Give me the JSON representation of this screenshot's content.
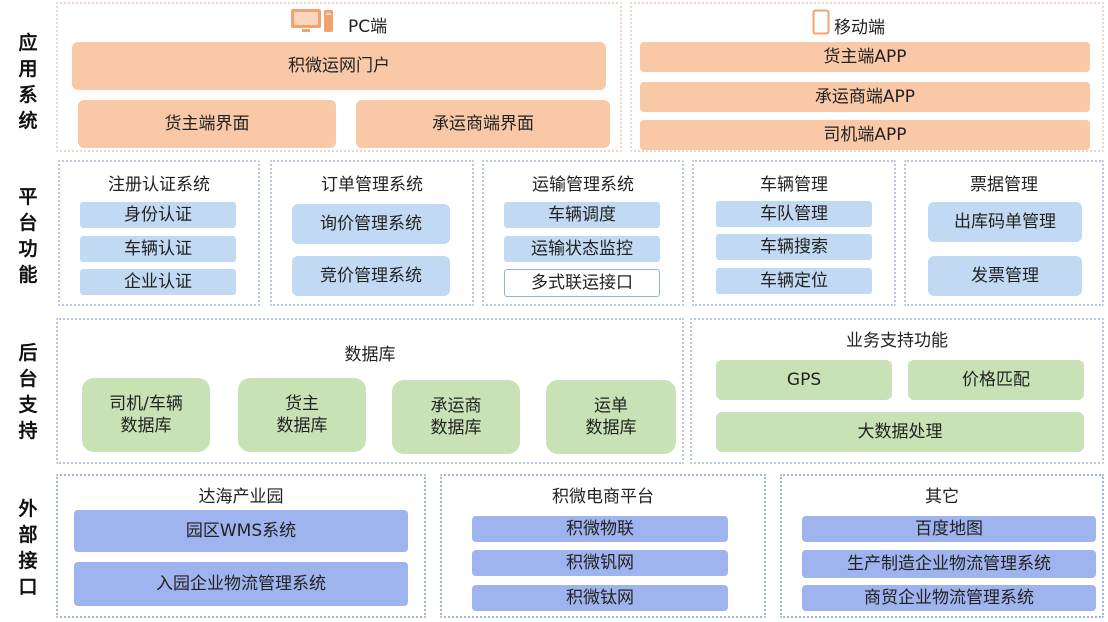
{
  "layers": [
    {
      "chars": [
        "应",
        "用",
        "系",
        "统"
      ]
    },
    {
      "chars": [
        "平",
        "台",
        "功",
        "能"
      ]
    },
    {
      "chars": [
        "后",
        "台",
        "支",
        "持"
      ]
    },
    {
      "chars": [
        "外",
        "部",
        "接",
        "口"
      ]
    }
  ],
  "app": {
    "pc": {
      "title": "PC端",
      "portal": "积微运网门户",
      "shipper": "货主端界面",
      "carrier": "承运商端界面"
    },
    "mobile": {
      "title": "移动端",
      "items": [
        "货主端APP",
        "承运商端APP",
        "司机端APP"
      ]
    }
  },
  "platform": [
    {
      "title": "注册认证系统",
      "items": [
        "身份认证",
        "车辆认证",
        "企业认证"
      ]
    },
    {
      "title": "订单管理系统",
      "items": [
        "询价管理系统",
        "竞价管理系统"
      ]
    },
    {
      "title": "运输管理系统",
      "items": [
        "车辆调度",
        "运输状态监控",
        "多式联运接口"
      ]
    },
    {
      "title": "车辆管理",
      "items": [
        "车队管理",
        "车辆搜索",
        "车辆定位"
      ]
    },
    {
      "title": "票据管理",
      "items": [
        "出库码单管理",
        "发票管理"
      ]
    }
  ],
  "backend": {
    "database": {
      "title": "数据库",
      "items": [
        {
          "line1": "司机/车辆",
          "line2": "数据库"
        },
        {
          "line1": "货主",
          "line2": "数据库"
        },
        {
          "line1": "承运商",
          "line2": "数据库"
        },
        {
          "line1": "运单",
          "line2": "数据库"
        }
      ]
    },
    "support": {
      "title": "业务支持功能",
      "items": [
        "GPS",
        "价格匹配",
        "大数据处理"
      ]
    }
  },
  "external": [
    {
      "title": "达海产业园",
      "items": [
        "园区WMS系统",
        "入园企业物流管理系统"
      ]
    },
    {
      "title": "积微电商平台",
      "items": [
        "积微物联",
        "积微钒网",
        "积微钛网"
      ]
    },
    {
      "title": "其它",
      "items": [
        "百度地图",
        "生产制造企业物流管理系统",
        "商贸企业物流管理系统"
      ]
    }
  ],
  "colors": {
    "app_box": "#f9c8a7",
    "platform_box": "#c1d9f2",
    "backend_box": "#c8e2b6",
    "external_box": "#9fb3ee",
    "pc_icon": "#f2a26f"
  },
  "icons": {
    "pc": "computer-icon",
    "mobile": "phone-icon"
  }
}
